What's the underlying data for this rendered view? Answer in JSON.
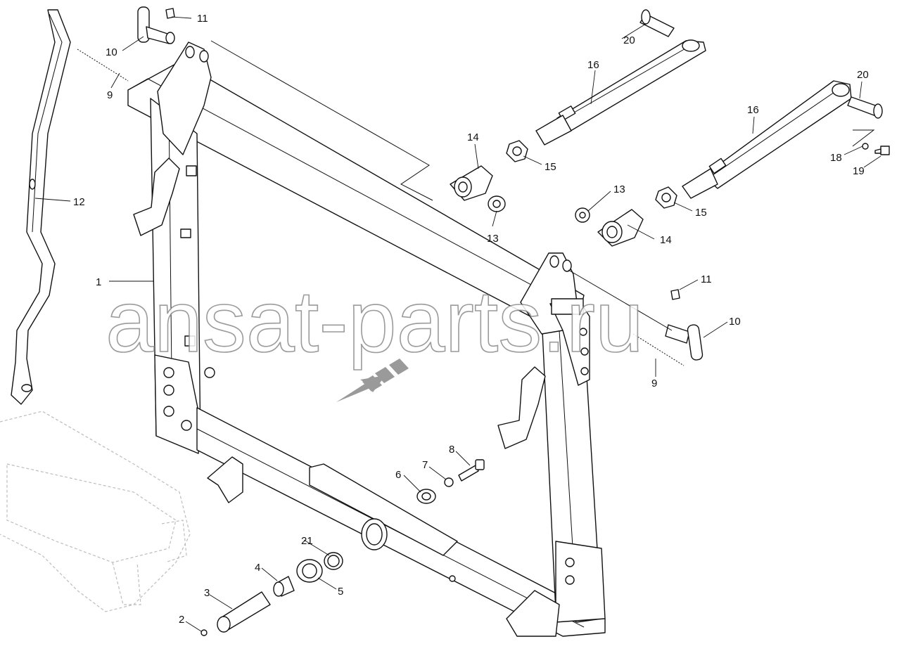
{
  "watermark": "ansat-parts.ru",
  "colors": {
    "line": "#111111",
    "ghost": "#bdbdbd",
    "arrow": "#9a9a9a",
    "watermark_outline": "#8a8a8a"
  },
  "callouts": [
    {
      "id": "c1",
      "label": "1"
    },
    {
      "id": "c2",
      "label": "2"
    },
    {
      "id": "c3",
      "label": "3"
    },
    {
      "id": "c4",
      "label": "4"
    },
    {
      "id": "c5",
      "label": "5"
    },
    {
      "id": "c6",
      "label": "6"
    },
    {
      "id": "c7",
      "label": "7"
    },
    {
      "id": "c8",
      "label": "8"
    },
    {
      "id": "c9a",
      "label": "9"
    },
    {
      "id": "c9b",
      "label": "9"
    },
    {
      "id": "c10a",
      "label": "10"
    },
    {
      "id": "c10b",
      "label": "10"
    },
    {
      "id": "c11a",
      "label": "11"
    },
    {
      "id": "c11b",
      "label": "11"
    },
    {
      "id": "c12",
      "label": "12"
    },
    {
      "id": "c13a",
      "label": "13"
    },
    {
      "id": "c13b",
      "label": "13"
    },
    {
      "id": "c14a",
      "label": "14"
    },
    {
      "id": "c14b",
      "label": "14"
    },
    {
      "id": "c15a",
      "label": "15"
    },
    {
      "id": "c15b",
      "label": "15"
    },
    {
      "id": "c16a",
      "label": "16"
    },
    {
      "id": "c16b",
      "label": "16"
    },
    {
      "id": "c18",
      "label": "18"
    },
    {
      "id": "c19",
      "label": "19"
    },
    {
      "id": "c20a",
      "label": "20"
    },
    {
      "id": "c20b",
      "label": "20"
    },
    {
      "id": "c21",
      "label": "21"
    }
  ]
}
